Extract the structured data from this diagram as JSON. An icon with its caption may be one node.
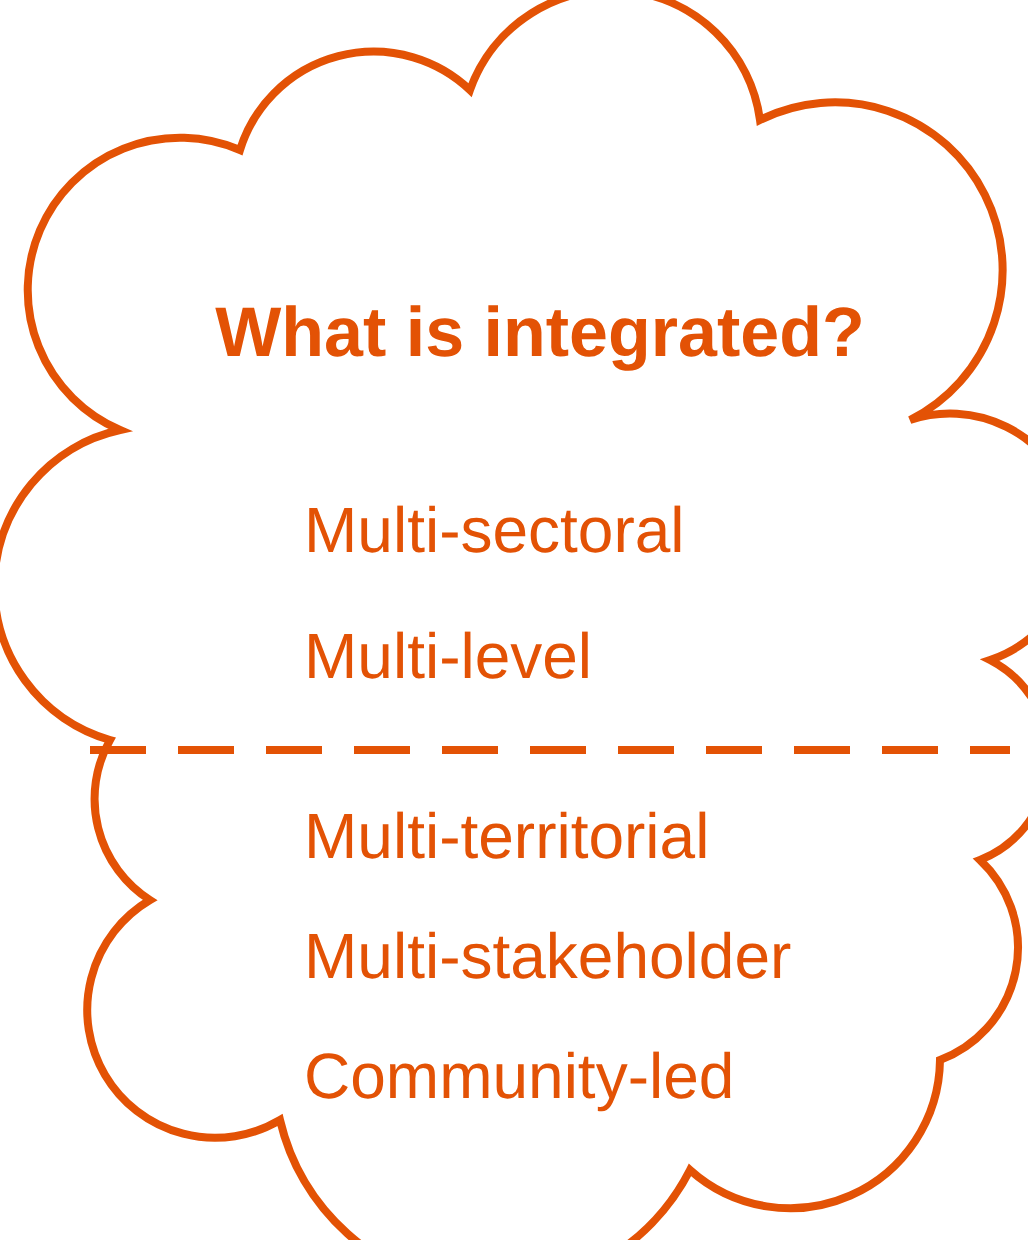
{
  "diagram": {
    "nodes": [
      {
        "text": [
          "What is integrated?",
          "Multi-sectoral",
          "Multi-level",
          "Multi-territorial",
          "Multi-stakeholder",
          "Community-led"
        ]
      }
    ]
  }
}
